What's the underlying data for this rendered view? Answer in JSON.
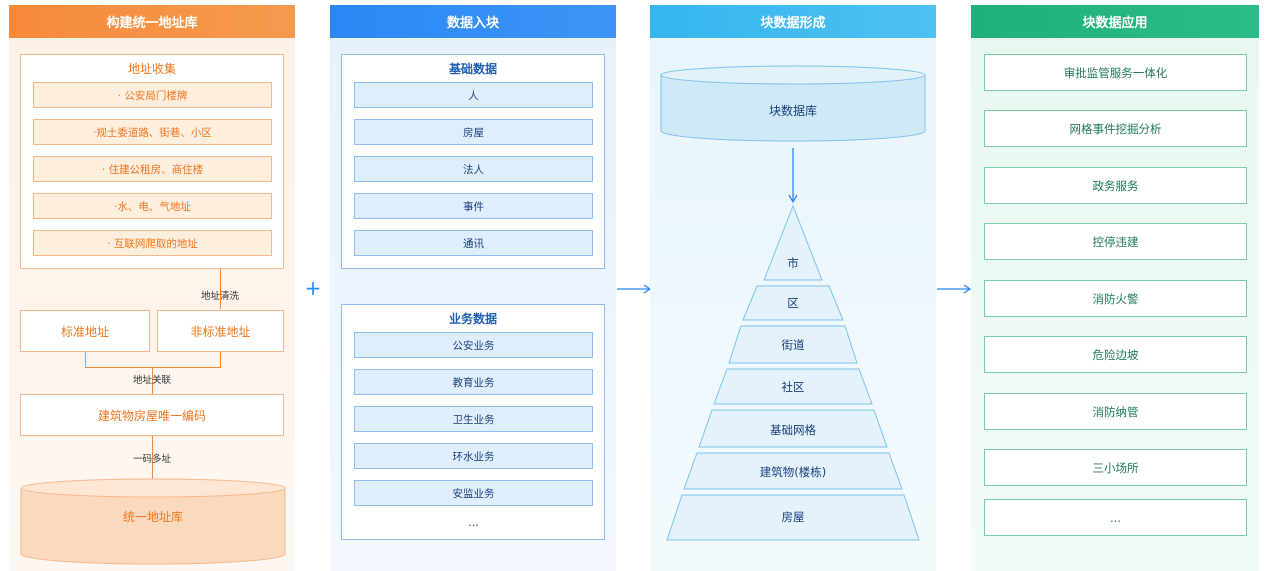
{
  "col1": {
    "title": "构建统一地址库",
    "collect_title": "地址收集",
    "collect_items": [
      "· 公安局门楼牌",
      "·规土委道路、街巷、小区",
      "· 住建公租房、商住楼",
      "·水、电、气地址",
      "· 互联网爬取的地址"
    ],
    "label_clean": "地址清洗",
    "standard": "标准地址",
    "nonstandard": "非标准地址",
    "label_link": "地址关联",
    "unique_code": "建筑物房屋唯一编码",
    "label_one_code": "一码多址",
    "db": "统一地址库"
  },
  "plus": "+",
  "col2": {
    "title": "数据入块",
    "basic_title": "基础数据",
    "basic_items": [
      "人",
      "房屋",
      "法人",
      "事件",
      "通讯"
    ],
    "biz_title": "业务数据",
    "biz_items": [
      "公安业务",
      "教育业务",
      "卫生业务",
      "环水业务",
      "安监业务",
      "..."
    ]
  },
  "col3": {
    "title": "块数据形成",
    "db": "块数据库",
    "levels": [
      "市",
      "区",
      "街道",
      "社区",
      "基础网格",
      "建筑物(楼栋)",
      "房屋"
    ]
  },
  "col4": {
    "title": "块数据应用",
    "items": [
      "审批监管服务一体化",
      "网格事件挖掘分析",
      "政务服务",
      "控停违建",
      "消防火警",
      "危险边坡",
      "消防纳管",
      "三小场所",
      "..."
    ]
  },
  "colors": {
    "orange": "#f38a3a",
    "blue": "#2b87f4",
    "cyan": "#35b6ee",
    "green": "#1fb07a"
  }
}
